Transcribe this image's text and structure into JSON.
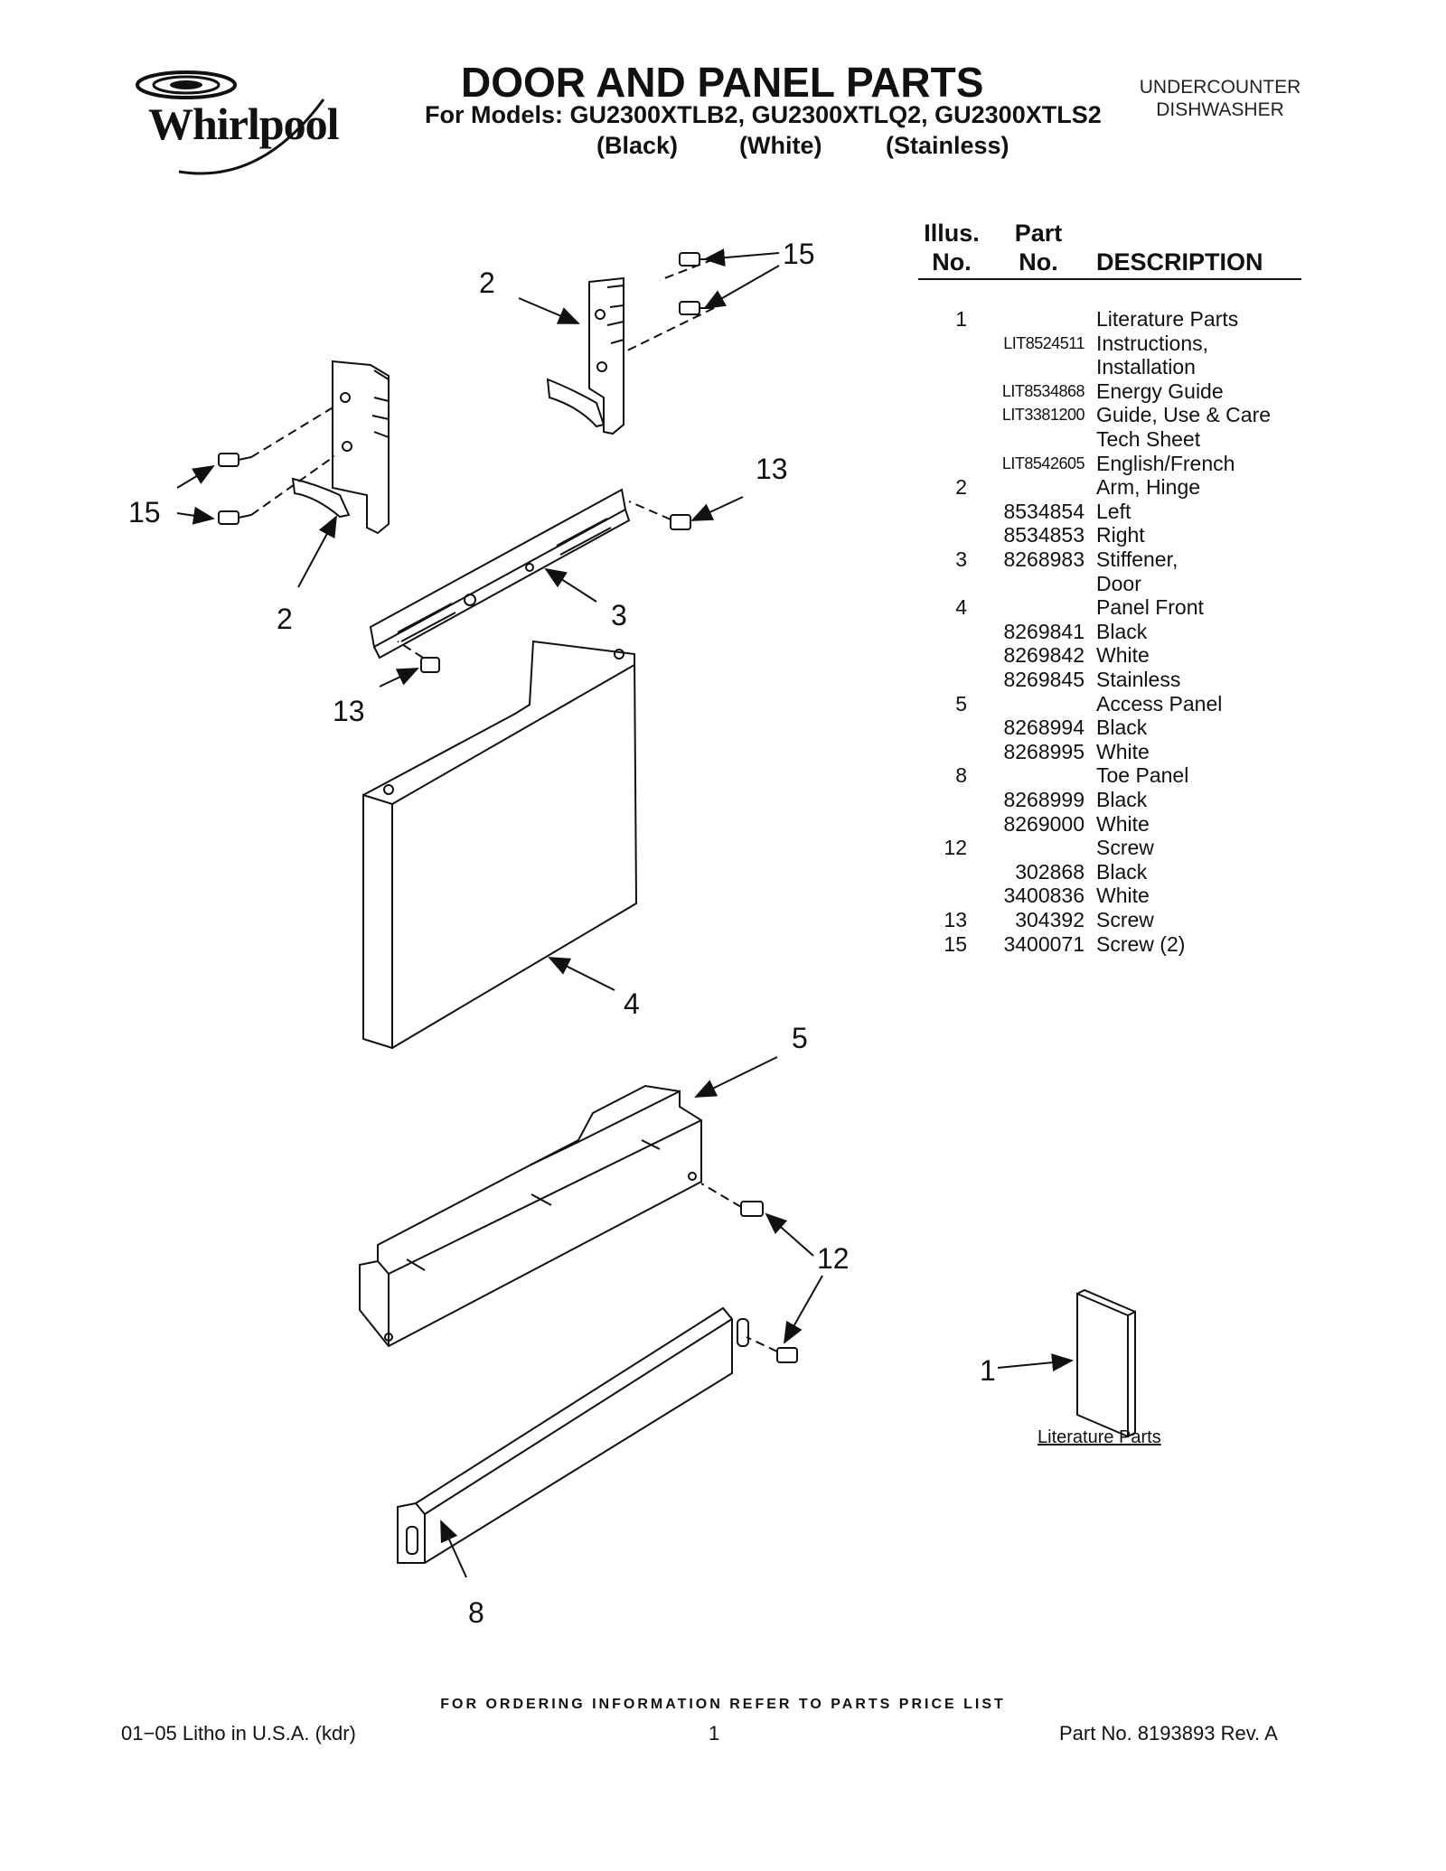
{
  "header": {
    "brand": "Whirlpool",
    "title": "DOOR AND PANEL PARTS",
    "models_line": "For Models: GU2300XTLB2, GU2300XTLQ2, GU2300XTLS2",
    "variants": [
      "(Black)",
      "(White)",
      "(Stainless)"
    ],
    "category_line1": "UNDERCOUNTER",
    "category_line2": "DISHWASHER"
  },
  "table": {
    "headers": {
      "illus_1": "Illus.",
      "illus_2": "No.",
      "part_1": "Part",
      "part_2": "No.",
      "description": "DESCRIPTION"
    },
    "rows": [
      {
        "illus": "1",
        "part": "",
        "desc": "Literature Parts"
      },
      {
        "illus": "",
        "part": "LIT8524511",
        "desc": "Instructions,"
      },
      {
        "illus": "",
        "part": "",
        "desc": "Installation"
      },
      {
        "illus": "",
        "part": "LIT8534868",
        "desc": "Energy Guide"
      },
      {
        "illus": "",
        "part": "LIT3381200",
        "desc": "Guide, Use & Care"
      },
      {
        "illus": "",
        "part": "",
        "desc": "Tech Sheet"
      },
      {
        "illus": "",
        "part": "LIT8542605",
        "desc": "English/French"
      },
      {
        "illus": "2",
        "part": "",
        "desc": "Arm, Hinge"
      },
      {
        "illus": "",
        "part": "8534854",
        "desc": "Left"
      },
      {
        "illus": "",
        "part": "8534853",
        "desc": "Right"
      },
      {
        "illus": "3",
        "part": "8268983",
        "desc": "Stiffener,"
      },
      {
        "illus": "",
        "part": "",
        "desc": "Door"
      },
      {
        "illus": "4",
        "part": "",
        "desc": "Panel Front"
      },
      {
        "illus": "",
        "part": "8269841",
        "desc": "Black"
      },
      {
        "illus": "",
        "part": "8269842",
        "desc": "White"
      },
      {
        "illus": "",
        "part": "8269845",
        "desc": "Stainless"
      },
      {
        "illus": "5",
        "part": "",
        "desc": "Access Panel"
      },
      {
        "illus": "",
        "part": "8268994",
        "desc": "Black"
      },
      {
        "illus": "",
        "part": "8268995",
        "desc": "White"
      },
      {
        "illus": "8",
        "part": "",
        "desc": "Toe Panel"
      },
      {
        "illus": "",
        "part": "8268999",
        "desc": "Black"
      },
      {
        "illus": "",
        "part": "8269000",
        "desc": "White"
      },
      {
        "illus": "12",
        "part": "",
        "desc": "Screw"
      },
      {
        "illus": "",
        "part": "302868",
        "desc": "Black"
      },
      {
        "illus": "",
        "part": "3400836",
        "desc": "White"
      },
      {
        "illus": "13",
        "part": "304392",
        "desc": "Screw"
      },
      {
        "illus": "15",
        "part": "3400071",
        "desc": "Screw (2)"
      }
    ]
  },
  "diagram": {
    "callouts": {
      "c15_top": "15",
      "c2_top": "2",
      "c15_left": "15",
      "c2_left": "2",
      "c13_right": "13",
      "c3": "3",
      "c13_left": "13",
      "c4": "4",
      "c5": "5",
      "c12": "12",
      "c1": "1",
      "c8": "8"
    },
    "literature_caption": "Literature Parts"
  },
  "footer": {
    "order_note": "FOR ORDERING INFORMATION REFER TO PARTS PRICE LIST",
    "litho": "01−05 Litho in U.S.A. (kdr)",
    "page": "1",
    "part_no": "Part No. 8193893 Rev. A"
  }
}
